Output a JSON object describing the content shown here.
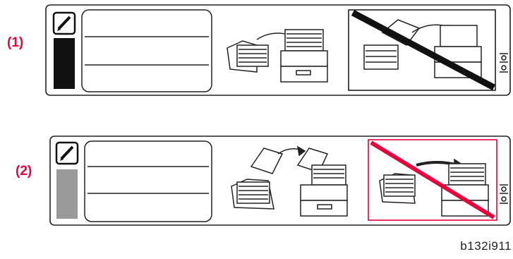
{
  "figure": {
    "caption": "b132i911",
    "accent_color": "#e8003d",
    "panels": [
      {
        "label": "(1)",
        "indicator_color": "#111111",
        "prohibited_frame_color": "#111111",
        "prohibition_line_color": "#111111"
      },
      {
        "label": "(2)",
        "indicator_color": "#9a9a9a",
        "prohibited_frame_color": "#e8003d",
        "prohibition_line_color": "#e8003d"
      }
    ],
    "icons": [
      "pencil-icon",
      "scissors-icon",
      "paper-stack-icon",
      "tray-icon",
      "arrow-icon",
      "prohibition-icon"
    ]
  }
}
